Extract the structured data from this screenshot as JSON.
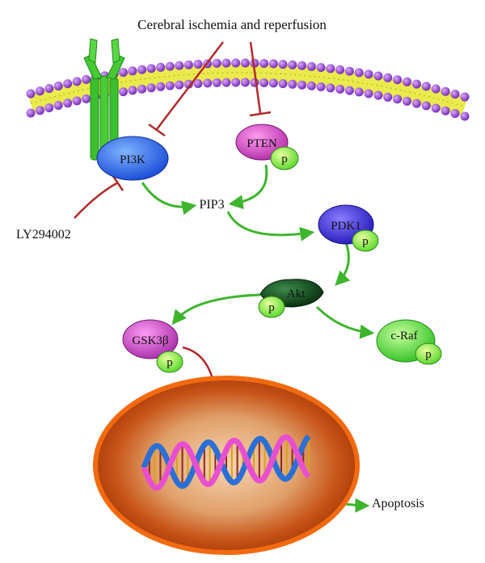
{
  "diagram": {
    "top_label": "Cerebral ischemia and reperfusion",
    "inhibitor": "LY294002",
    "messenger": "PIP3",
    "outcome": "Apoptosis",
    "phospho": "p",
    "nodes": {
      "pi3k": "PI3K",
      "pten": "PTEN",
      "pdk1": "PDK1",
      "akt": "Akt",
      "gsk3b": "GSK3β",
      "craf": "c-Raf"
    }
  },
  "colors": {
    "activation_arrow": "#3db52d",
    "inhibition_line": "#b22a2a",
    "membrane_head": "#8a3fc4",
    "membrane_tail": "#e8e83a",
    "receptor": "#3cbf2e",
    "pi3k": "#2b6df0",
    "pten": "#d24fd6",
    "pdk1": "#3a38e0",
    "akt": "#0d4a16",
    "gsk3b": "#cc44d6",
    "craf": "#4be63a",
    "phospho": "#7ef03a",
    "nucleus_outer": "#f26a10",
    "nucleus_inner": "#c25a1a"
  }
}
